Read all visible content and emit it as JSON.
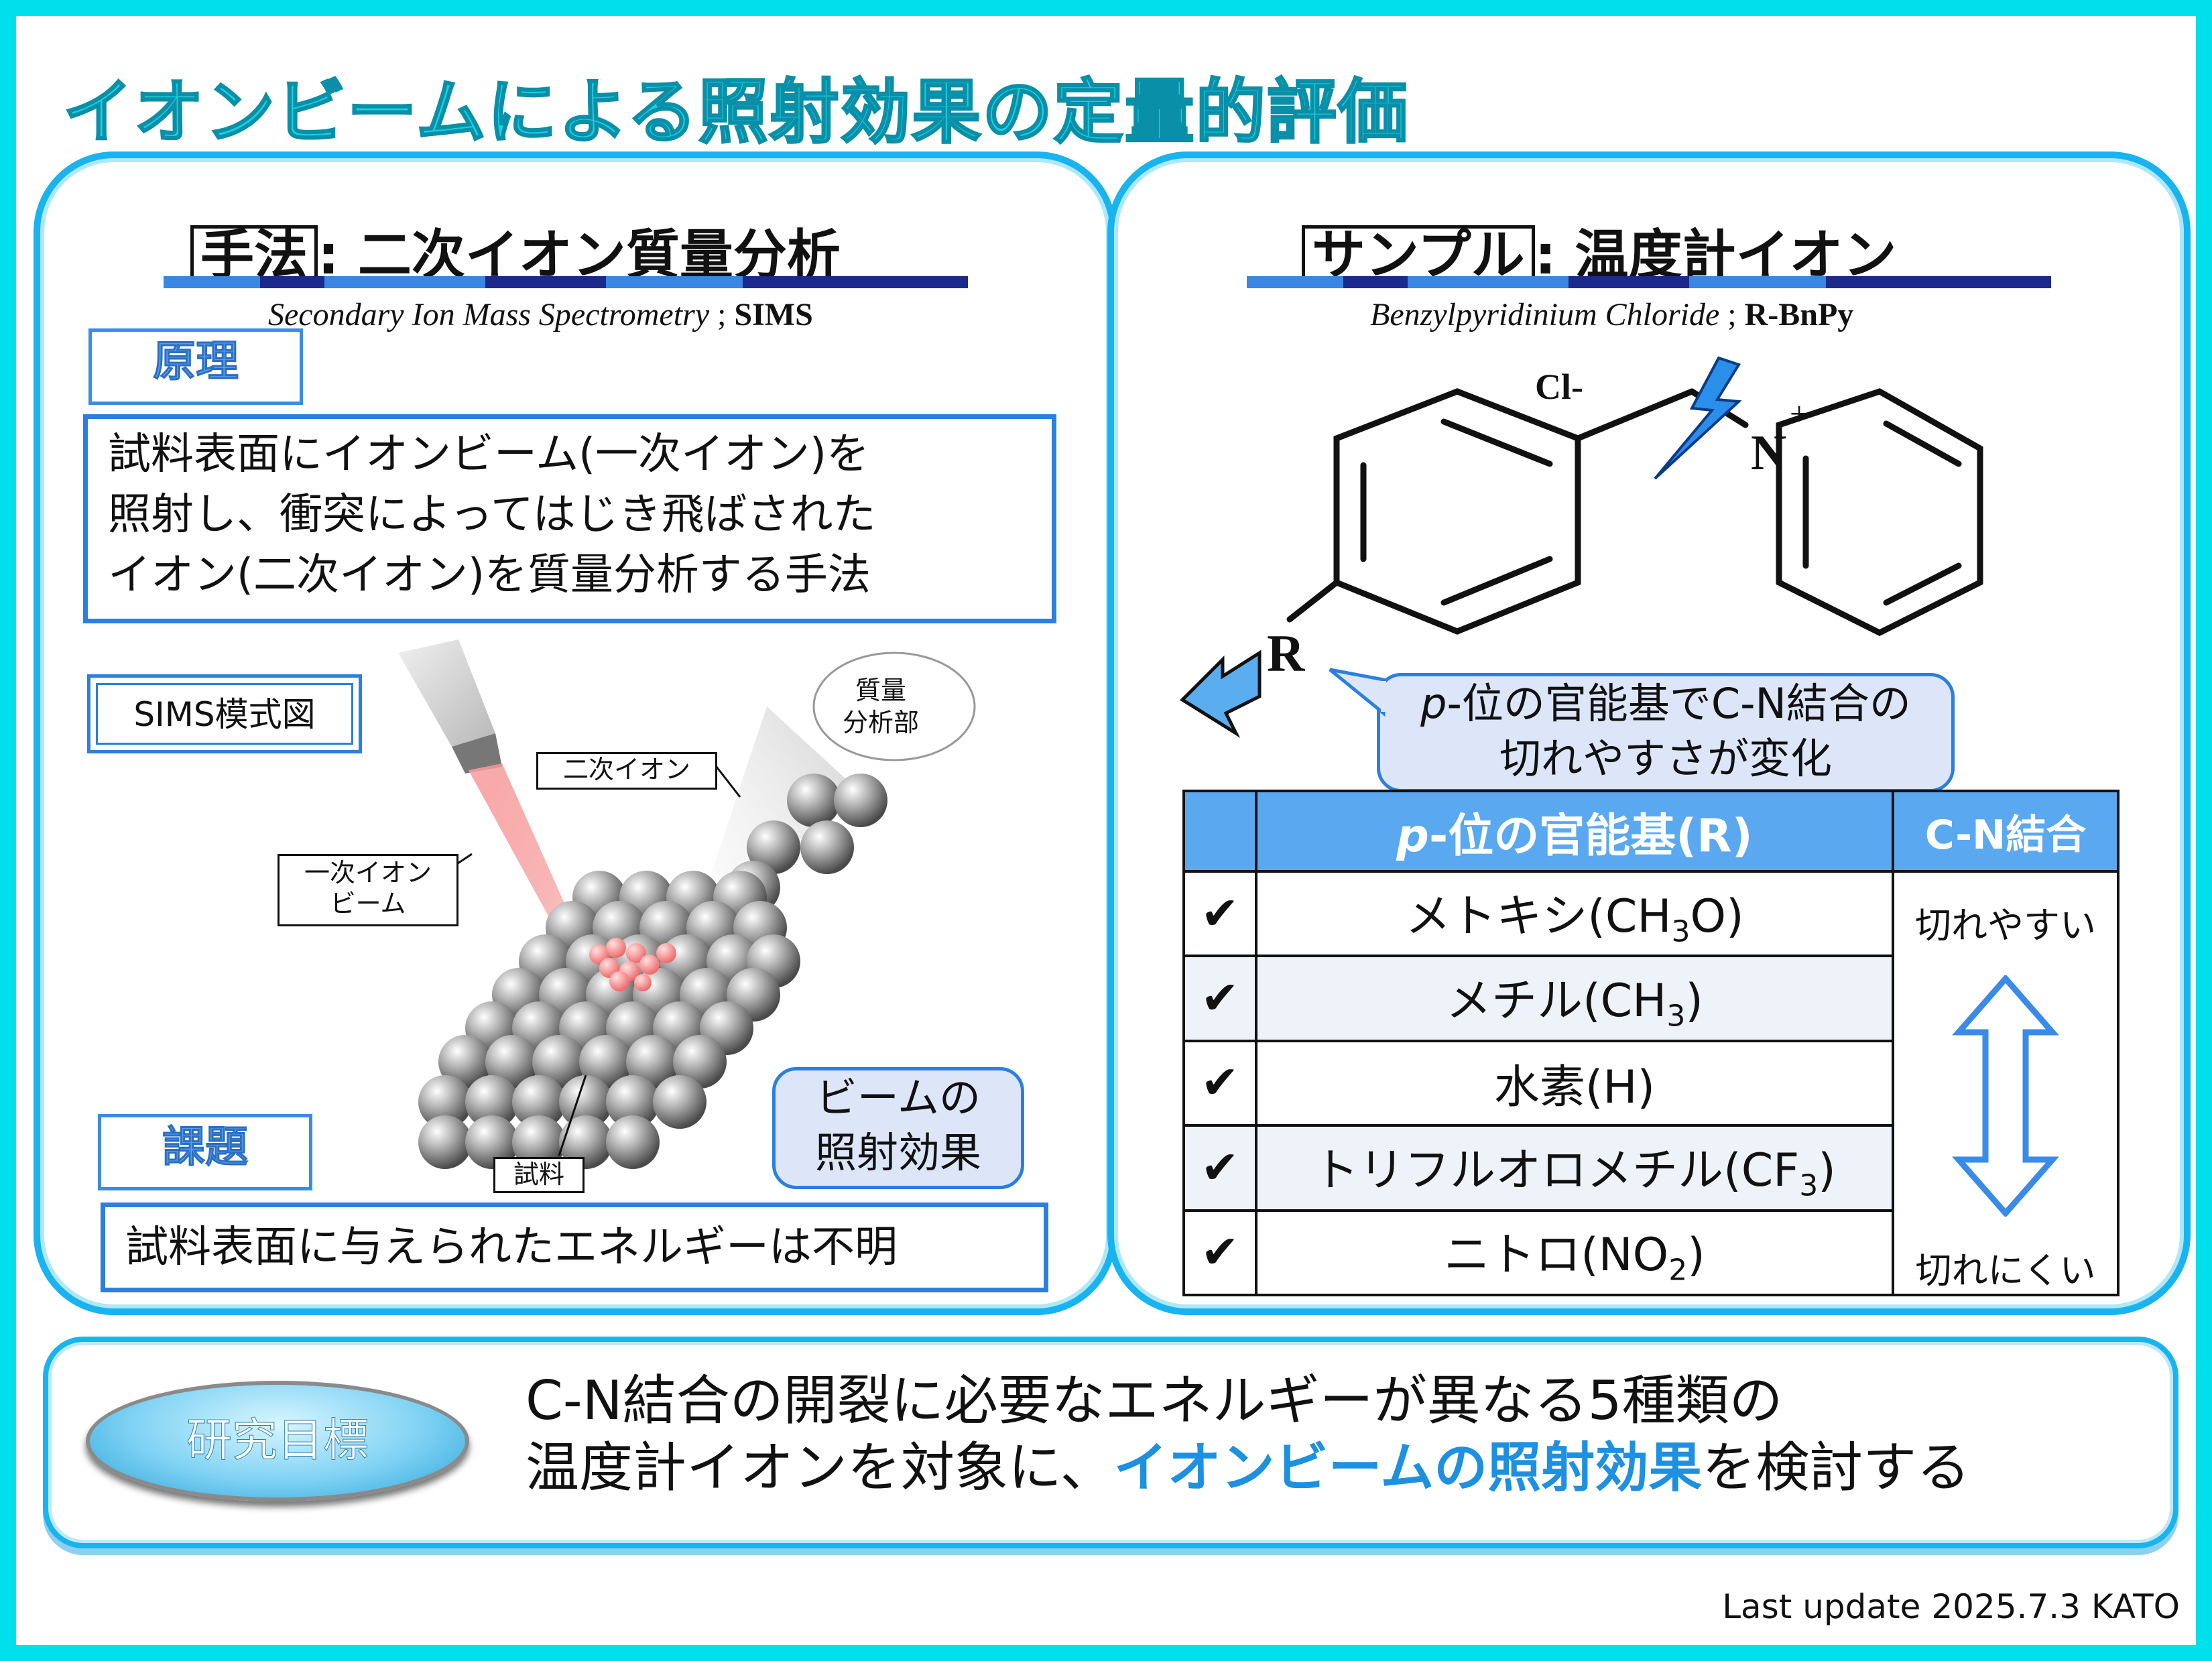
{
  "title": "イオンビームによる照射効果の定量的評価",
  "left": {
    "heading_box": "手法",
    "heading_rest": ": 二次イオン質量分析",
    "subtitle_italic": "Secondary Ion Mass Spectrometry",
    "subtitle_sep": " ; ",
    "subtitle_bold": "SIMS",
    "principle_label": "原理",
    "principle_lines": [
      "試料表面にイオンビーム(一次イオン)を",
      "照射し、衝突によってはじき飛ばされた",
      "イオン(二次イオン)を質量分析する手法"
    ],
    "diagram_caption": "SIMS模式図",
    "callouts": {
      "analyzer": [
        "質量",
        "分析部"
      ],
      "secondary": "二次イオン",
      "primary": [
        "一次イオン",
        "ビーム"
      ],
      "sample": "試料"
    },
    "beam_bubble": [
      "ビームの",
      "照射効果"
    ],
    "issue_label": "課題",
    "issue_text": "試料表面に与えられたエネルギーは不明"
  },
  "right": {
    "heading_box": "サンプル",
    "heading_rest": ": 温度計イオン",
    "subtitle_italic": "Benzylpyridinium Chloride",
    "subtitle_sep": " ; ",
    "subtitle_bold": "R-BnPy",
    "molecule_labels": {
      "cl": "Cl-",
      "n": "N",
      "plus": "+",
      "r": "R"
    },
    "bubble_italic": "p",
    "bubble_line1_rest": "-位の官能基でC-N結合の",
    "bubble_line2": "切れやすさが変化",
    "table": {
      "header_italic": "p",
      "header_rest": "-位の官能基(R)",
      "header_cn": "C-N結合",
      "check": "✔",
      "rows": [
        {
          "name": "メトキシ(CH",
          "sub": "3",
          "tail": "O)"
        },
        {
          "name": "メチル(CH",
          "sub": "3",
          "tail": ")"
        },
        {
          "name": "水素(H)",
          "sub": "",
          "tail": ""
        },
        {
          "name": "トリフルオロメチル(CF",
          "sub": "3",
          "tail": ")"
        },
        {
          "name": "ニトロ(NO",
          "sub": "2",
          "tail": ")"
        }
      ],
      "top_label": "切れやすい",
      "bottom_label": "切れにくい"
    }
  },
  "goal": {
    "pill": "研究目標",
    "line1": "C-N結合の開裂に必要なエネルギーが異なる5種類の",
    "line2_pre": "温度計イオンを対象に、",
    "line2_hl": "イオンビームの照射効果",
    "line2_post": "を検討する"
  },
  "footer": "Last update 2025.7.3 KATO"
}
